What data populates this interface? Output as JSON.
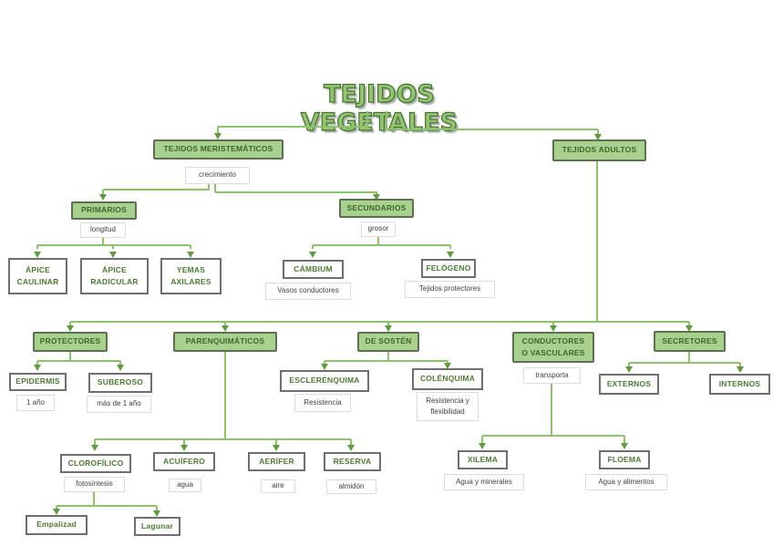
{
  "title": "TEJIDOS VEGETALES",
  "colors": {
    "node_fill": "#A9D18E",
    "node_border": "#5D7050",
    "connector_line": "#8CC269",
    "connector_arrow": "#5E9C3F",
    "title_green": "#93C571",
    "node_text_green": "#3E672B",
    "label_text_gray": "#3F3F3F"
  },
  "nodes": {
    "meristematicos": {
      "label": "TEJIDOS MERISTEMÁTICOS",
      "sublabel": "crecimiento"
    },
    "adultos": {
      "label": "TEJIDOS ADULTOS"
    },
    "primarios": {
      "label": "PRIMARIOS",
      "sublabel": "longitud"
    },
    "secundarios": {
      "label": "SECUNDARIOS",
      "sublabel": "grosor"
    },
    "apice_caulinar": {
      "label": "ÁPICE\nCAULINAR"
    },
    "apice_radicular": {
      "label": "ÁPICE\nRADICULAR"
    },
    "yemas_axilares": {
      "label": "YEMAS\nAXILARES"
    },
    "cambium": {
      "label": "CÁMBIUM",
      "sublabel": "Vasos conductores"
    },
    "felogeno": {
      "label": "FELÓGENO",
      "sublabel": "Tejidos protectores"
    },
    "protectores": {
      "label": "PROTECTORES"
    },
    "parenquimaticos": {
      "label": "PARENQUIMÁTICOS"
    },
    "de_sosten": {
      "label": "DE SOSTÉN"
    },
    "conductores": {
      "label": "CONDUCTORES\nO VASCULARES",
      "sublabel": "transporta"
    },
    "secretores": {
      "label": "SECRETORES"
    },
    "epidermis": {
      "label": "EPIDERMIS",
      "sublabel": "1 año"
    },
    "suberoso": {
      "label": "SUBEROSO",
      "sublabel": "más de 1 año"
    },
    "esclerenquima": {
      "label": "ESCLERÉNQUIMA",
      "sublabel": "Resistencia"
    },
    "colenquima": {
      "label": "COLÉNQUIMA",
      "sublabel": "Resistencia y\nflexibilidad"
    },
    "externos": {
      "label": "EXTERNOS"
    },
    "internos": {
      "label": "INTERNOS"
    },
    "clorofilico": {
      "label": "CLOROFÍLICO",
      "sublabel": "fotosíntesis"
    },
    "acuifero": {
      "label": "ACUÍFERO",
      "sublabel": "agua"
    },
    "aerifer": {
      "label": "AERÍFER",
      "sublabel": "aire"
    },
    "reserva": {
      "label": "RESERVA",
      "sublabel": "almidón"
    },
    "xilema": {
      "label": "XILEMA",
      "sublabel": "Agua y minerales"
    },
    "floema": {
      "label": "FLOEMA",
      "sublabel": "Agua y alimentos"
    },
    "empalizad": {
      "label": "Empalizad"
    },
    "lagunar": {
      "label": "Lagunar"
    }
  }
}
